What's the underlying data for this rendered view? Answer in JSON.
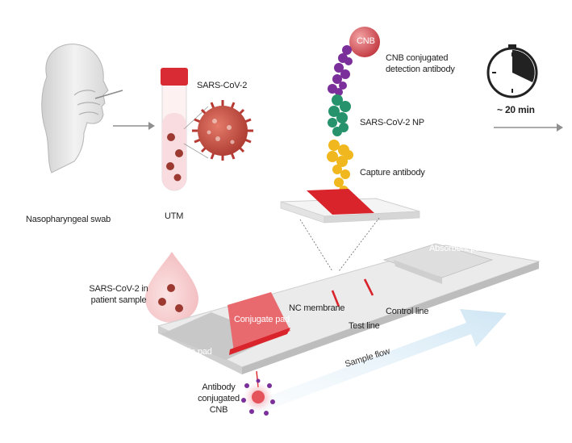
{
  "labels": {
    "nasopharyngeal_swab": "Nasopharyngeal swab",
    "sars_cov2": "SARS-CoV-2",
    "utm": "UTM",
    "cnb_ball": "CNB",
    "cnb_conjugated_line1": "CNB conjugated",
    "cnb_conjugated_line2": "detection antibody",
    "sars_cov2_np": "SARS-CoV-2 NP",
    "capture_antibody": "Capture antibody",
    "time": "~ 20 min",
    "absorbent_pad": "Absorbent pad",
    "sample_in_patient_line1": "SARS-CoV-2 in",
    "sample_in_patient_line2": "patient sample",
    "conjugate_pad": "Conjugate pad",
    "nc_membrane": "NC membrane",
    "control_line": "Control line",
    "test_line": "Test line",
    "sample_pad": "Sample pad",
    "sample_flow": "Sample flow",
    "antibody_cnb_line1": "Antibody",
    "antibody_cnb_line2": "conjugated",
    "antibody_cnb_line3": "CNB"
  },
  "colors": {
    "strip_red": "#d9242b",
    "tube_cap": "#d82b33",
    "virus": "#c0453a",
    "cnb_ball": "#d9545a",
    "antibody_purple": "#7a2f9a",
    "np_green": "#27936d",
    "capture_yellow": "#f0b81e",
    "flow_arrow": "#dfeef7"
  }
}
